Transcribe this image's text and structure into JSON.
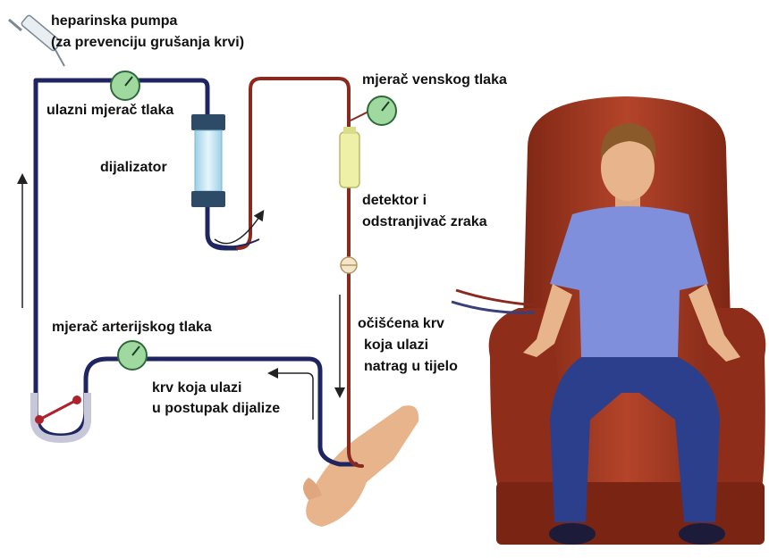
{
  "labels": {
    "heparin_pump_line1": "heparinska pumpa",
    "heparin_pump_line2": "(za prevenciju grušanja krvi)",
    "inlet_pressure_gauge": "ulazni mjerač tlaka",
    "dialyzer": "dijalizator",
    "venous_pressure_gauge": "mjerač venskog tlaka",
    "air_detector_line1": "detektor i",
    "air_detector_line2": "odstranjivač zraka",
    "arterial_pressure_gauge": "mjerač arterijskog tlaka",
    "blood_in_line1": "krv koja ulazi",
    "blood_in_line2": "u postupak dijalize",
    "clean_blood_line1": "očišćena krv",
    "clean_blood_line2": "koja ulazi",
    "clean_blood_line3": "natrag u tijelo"
  },
  "colors": {
    "tube_blue": "#1f2560",
    "tube_red": "#8a2a1e",
    "gauge_green": "#9fd9a0",
    "dialyzer_body": "#bfe3f2",
    "dialyzer_caps": "#2d4a66",
    "trap_yellow": "#eef0a8",
    "chair": "#a83a22",
    "shirt": "#7f8fdc",
    "jeans": "#2b3f8c",
    "skin": "#e8b48c",
    "hair": "#8a5a2a"
  },
  "icons": [
    "syringe-icon",
    "gauge-icon",
    "pump-icon",
    "clamp-icon",
    "arrow-icon"
  ]
}
